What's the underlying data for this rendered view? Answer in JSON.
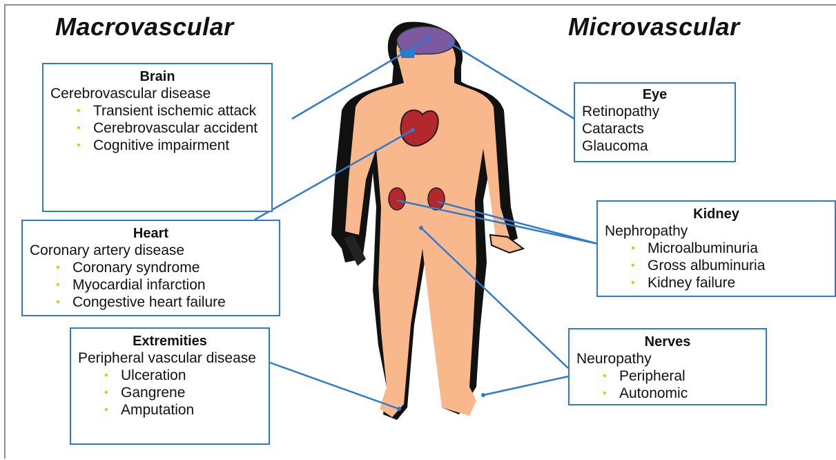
{
  "headings": {
    "left": "Macrovascular",
    "right": "Microvascular"
  },
  "brain": {
    "title": "Brain",
    "subtitle": "Cerebrovascular disease",
    "items": [
      "Transient ischemic attack",
      "Cerebrovascular accident",
      "Cognitive impairment"
    ]
  },
  "heart": {
    "title": "Heart",
    "subtitle": "Coronary artery disease",
    "items": [
      "Coronary syndrome",
      "Myocardial infarction",
      "Congestive heart failure"
    ]
  },
  "extremities": {
    "title": "Extremities",
    "subtitle": "Peripheral vascular disease",
    "items": [
      "Ulceration",
      "Gangrene",
      "Amputation"
    ]
  },
  "eye": {
    "title": "Eye",
    "lines": [
      "Retinopathy",
      "Cataracts",
      "Glaucoma"
    ]
  },
  "kidney": {
    "title": "Kidney",
    "subtitle": "Nephropathy",
    "items": [
      "Microalbuminuria",
      "Gross albuminuria",
      "Kidney failure"
    ]
  },
  "nerves": {
    "title": "Nerves",
    "subtitle": "Neuropathy",
    "items": [
      "Peripheral",
      "Autonomic"
    ]
  },
  "colors": {
    "connector": "#2e7ad0",
    "skin": "#f8b88b",
    "outline": "#111111",
    "organ": "#b3282d",
    "brain": "#7d5aa0",
    "bullet": "#f0c000"
  }
}
